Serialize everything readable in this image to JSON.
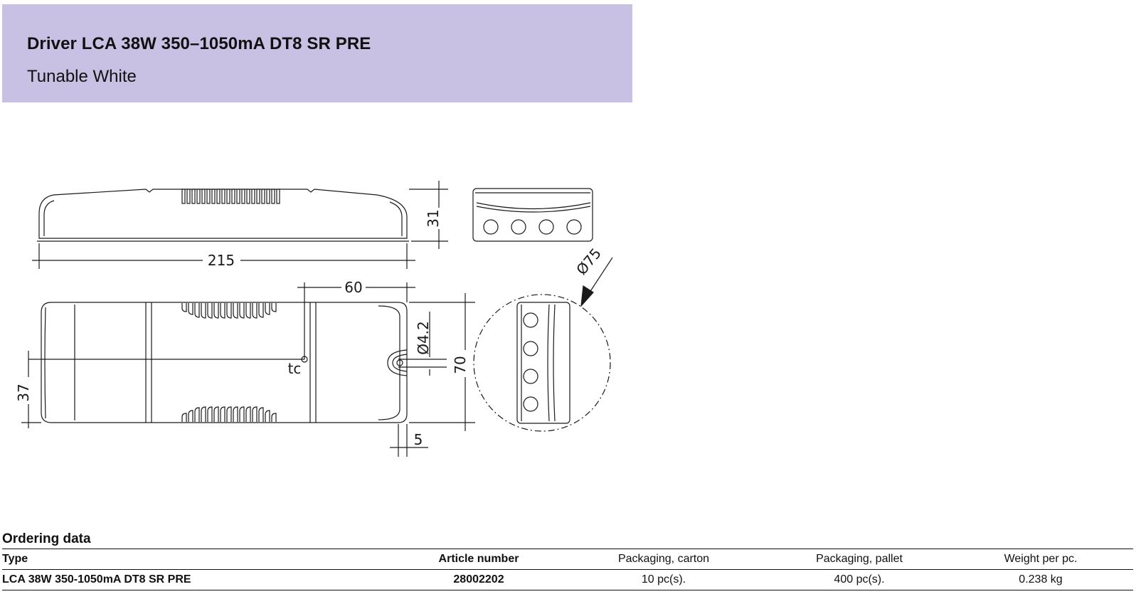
{
  "header": {
    "title": "Driver LCA 38W 350–1050mA DT8 SR PRE",
    "subtitle": "Tunable White"
  },
  "drawing": {
    "dim_length": "215",
    "dim_height": "31",
    "dim_60": "60",
    "dim_hole": "Ø4.2",
    "dim_width": "70",
    "dim_37": "37",
    "dim_5": "5",
    "dim_75": "Ø75",
    "tc_label": "tc"
  },
  "ordering": {
    "heading": "Ordering data",
    "columns": [
      "Type",
      "Article number",
      "Packaging, carton",
      "Packaging, pallet",
      "Weight per pc."
    ],
    "rows": [
      [
        "LCA 38W 350-1050mA DT8 SR PRE",
        "28002202",
        "10 pc(s).",
        "400 pc(s).",
        "0.238 kg"
      ]
    ]
  },
  "colors": {
    "header_bg": "#c8c1e3",
    "line": "#1a1a1a"
  }
}
